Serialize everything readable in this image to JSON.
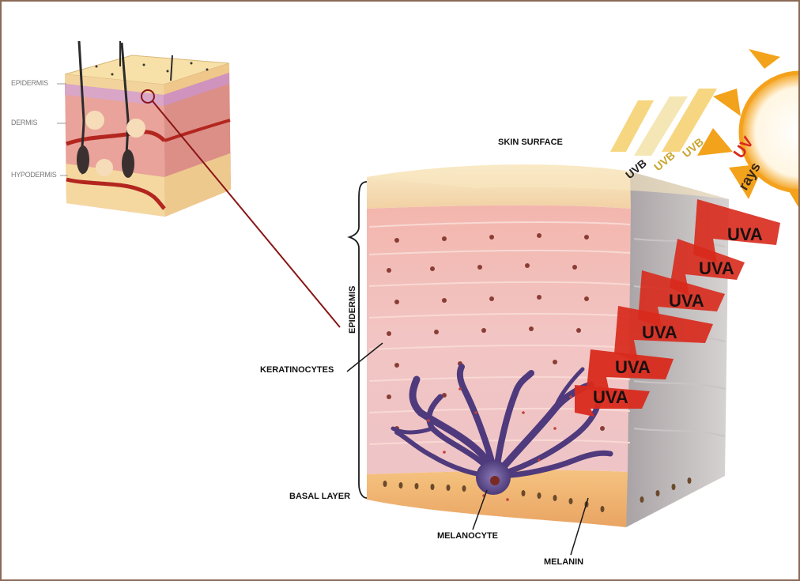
{
  "inset_labels": {
    "epidermis": "EPIDERMIS",
    "dermis": "DERMIS",
    "hypodermis": "HYPODERMIS"
  },
  "main_labels": {
    "skin_surface": "SKIN SURFACE",
    "epidermis": "EPIDERMIS",
    "keratinocytes": "KERATINOCYTES",
    "basal_layer": "BASAL LAYER",
    "melanocyte": "MELANOCYTE",
    "melanin": "MELANIN"
  },
  "rays": {
    "uv": "UV",
    "rays": "rays",
    "uvb": [
      "UVB",
      "UVB",
      "UVB"
    ],
    "uva": [
      "UVA",
      "UVA",
      "UVA",
      "UVA",
      "UVA",
      "UVA"
    ]
  },
  "colors": {
    "frame": "#8a6a57",
    "epidermis_surface": "#f4dba6",
    "cells": "#e99a90",
    "cell_border": "#f6d3cf",
    "melanocyte": "#4e3a7c",
    "basal_layer": "#f2b77a",
    "sun": "#f3a21b",
    "uva": "#d82a1c",
    "uvb": "#f4cf6a"
  }
}
